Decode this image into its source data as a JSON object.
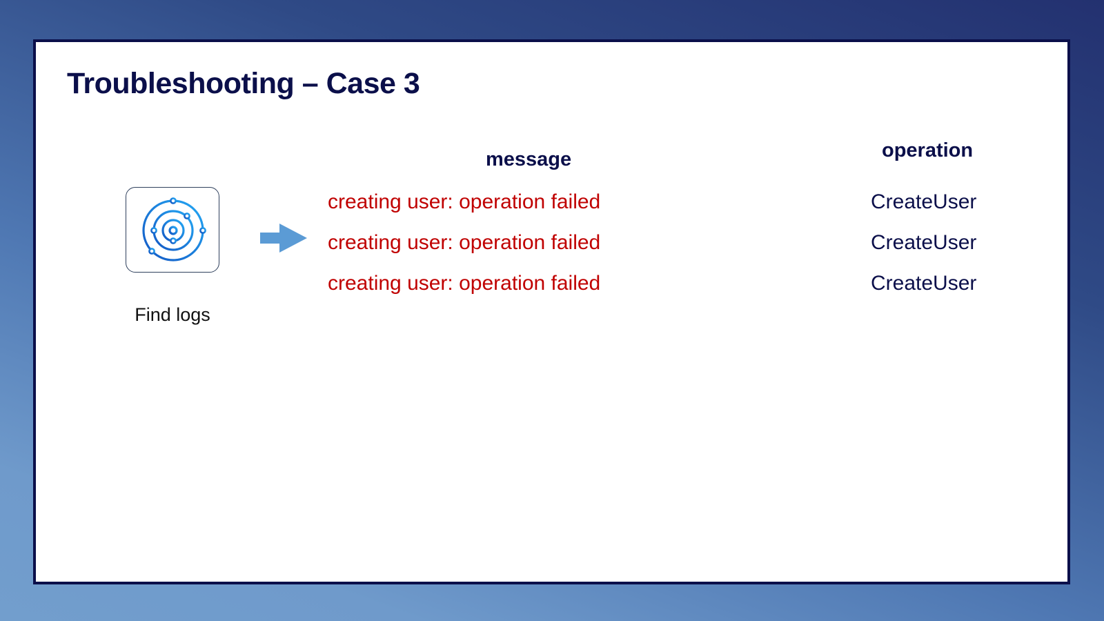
{
  "slide": {
    "title": "Troubleshooting – Case 3",
    "step": {
      "icon": "observability-orbit-icon",
      "label": "Find logs"
    },
    "arrow_icon": "arrow-right-icon",
    "table": {
      "columns": [
        "message",
        "operation"
      ],
      "rows": [
        {
          "message": "creating user: operation failed",
          "operation": "CreateUser"
        },
        {
          "message": "creating user: operation failed",
          "operation": "CreateUser"
        },
        {
          "message": "creating user: operation failed",
          "operation": "CreateUser"
        }
      ]
    }
  },
  "colors": {
    "title": "#0b0f4a",
    "error_text": "#c00000",
    "operation_text": "#0b0f4a",
    "frame_border": "#0b0f4a",
    "arrow": "#5b9bd5",
    "icon_gradient_start": "#1560c8",
    "icon_gradient_end": "#22a6f2",
    "background_dark": "#233170",
    "background_light": "#729ecd"
  }
}
